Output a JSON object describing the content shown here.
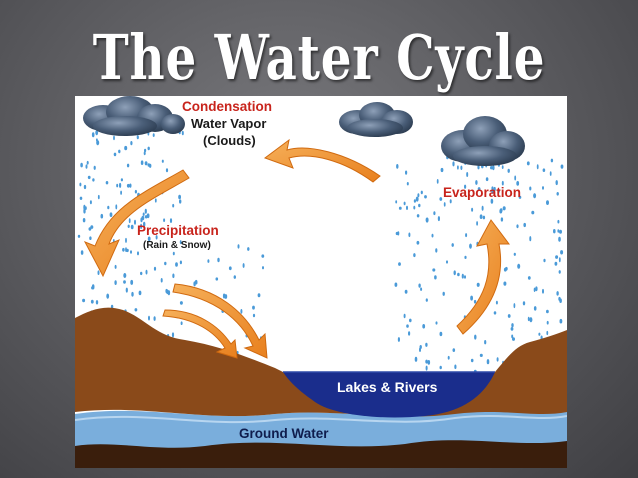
{
  "slide": {
    "title": "The Water Cycle"
  },
  "diagram": {
    "labels": {
      "condensation": "Condensation",
      "water_vapor": "Water Vapor",
      "clouds": "(Clouds)",
      "precipitation": "Precipitation",
      "rain_snow": "(Rain & Snow)",
      "evaporation": "Evaporation",
      "lakes_rivers": "Lakes & Rivers",
      "ground_water": "Ground Water"
    },
    "icons": [
      "cloud-icon",
      "arrow-icon",
      "raindrop-icon"
    ],
    "colors": {
      "label_red": "#c8241c",
      "arrow_orange": "#f0902c",
      "ground_brown": "#8a4a1a",
      "deep_soil": "#3a1e0c",
      "groundwater_blue": "#7aaedc",
      "lake_navy": "#1a2d8c",
      "droplet_blue": "#4a9ad8",
      "cloud_slate": "#3c5068"
    }
  }
}
